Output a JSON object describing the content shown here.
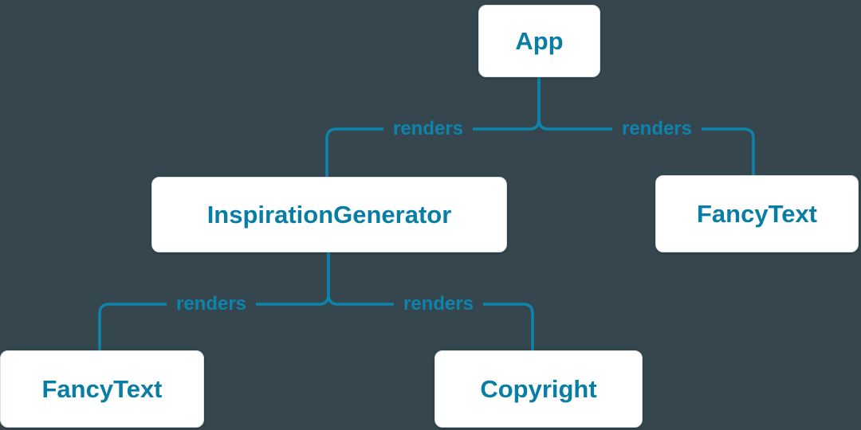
{
  "diagram": {
    "type": "component-render-tree",
    "colors": {
      "background": "#35464e",
      "line": "#0e83ab",
      "node_text": "#087ea4",
      "node_background": "#ffffff",
      "node_border": "#d6e2e8"
    },
    "nodes": [
      {
        "id": "app",
        "label": "App"
      },
      {
        "id": "inspiration-generator",
        "label": "InspirationGenerator"
      },
      {
        "id": "fancy-text-right",
        "label": "FancyText"
      },
      {
        "id": "fancy-text-left",
        "label": "FancyText"
      },
      {
        "id": "copyright",
        "label": "Copyright"
      }
    ],
    "edges": [
      {
        "from": "App",
        "to": "InspirationGenerator",
        "label": "renders"
      },
      {
        "from": "App",
        "to": "FancyText",
        "label": "renders"
      },
      {
        "from": "InspirationGenerator",
        "to": "FancyText",
        "label": "renders"
      },
      {
        "from": "InspirationGenerator",
        "to": "Copyright",
        "label": "renders"
      }
    ]
  }
}
